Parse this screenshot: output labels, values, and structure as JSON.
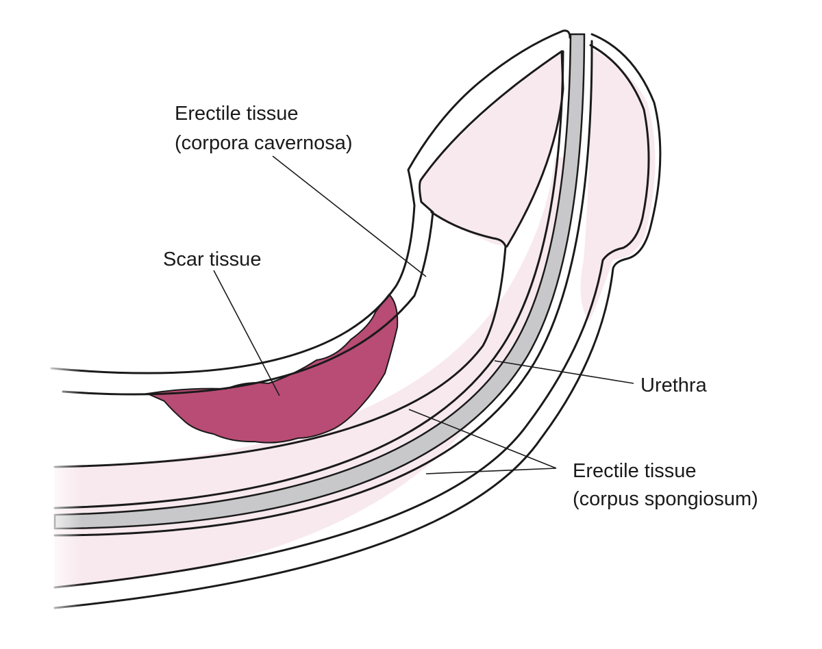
{
  "labels": {
    "cavernosa_line1": "Erectile tissue",
    "cavernosa_line2": "(corpora cavernosa)",
    "scar": "Scar tissue",
    "urethra": "Urethra",
    "spongiosum_line1": "Erectile tissue",
    "spongiosum_line2": "(corpus spongiosum)"
  },
  "colors": {
    "spongiosum_fill": "#f8e9ee",
    "urethra_fill": "#c8c8ca",
    "scar_fill": "#b84c74",
    "outline": "#1a1a1a",
    "background": "#ffffff"
  }
}
